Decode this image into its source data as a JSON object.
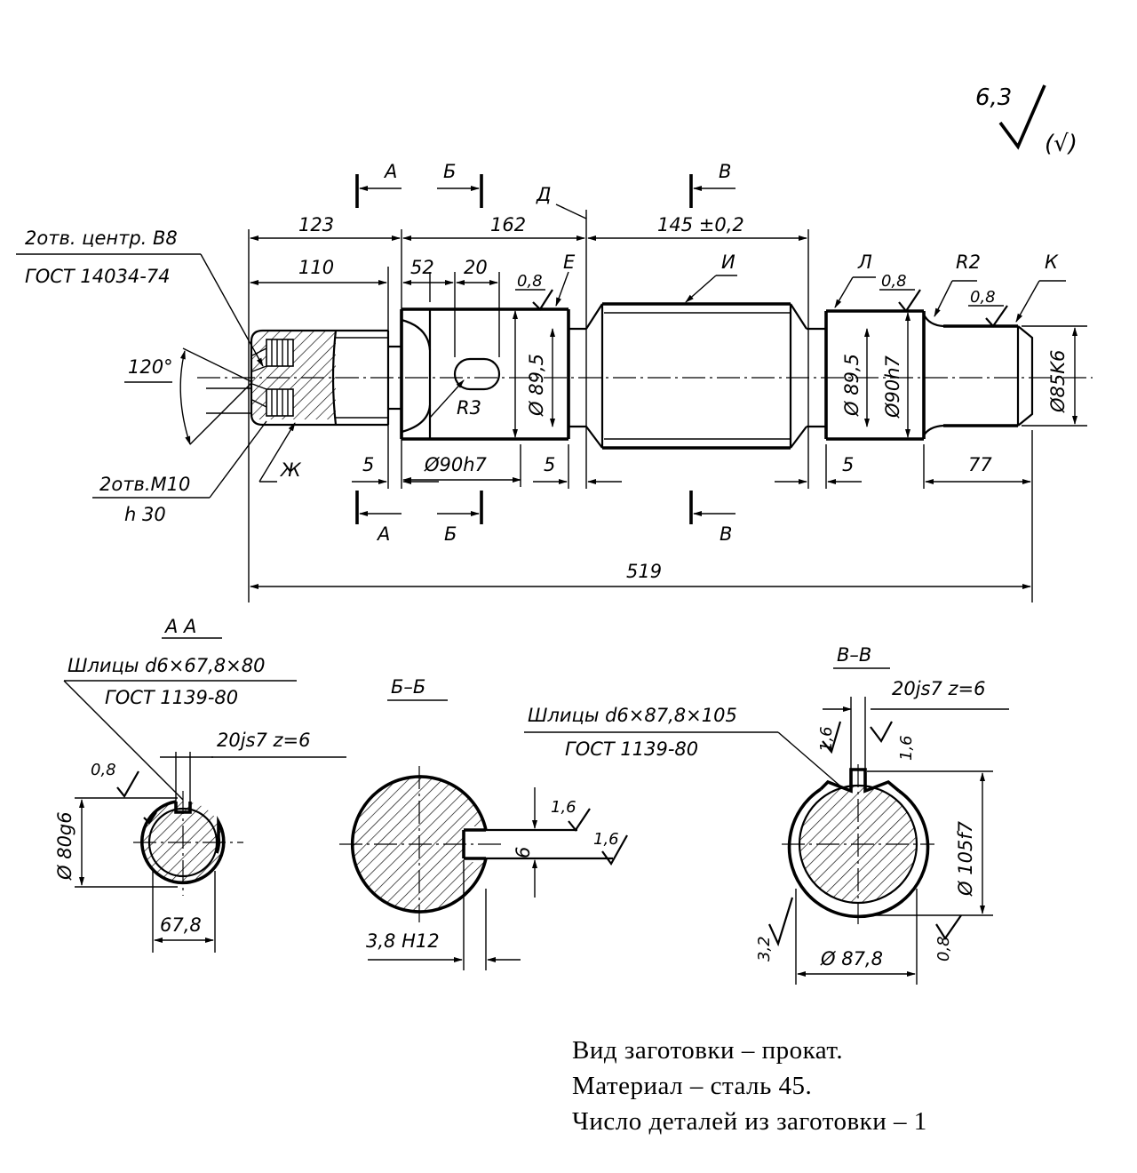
{
  "roughness": {
    "value": "6,3",
    "other": "(√)"
  },
  "sections": {
    "a": "А",
    "b": "Б",
    "v": "В"
  },
  "labels": {
    "d": "Д",
    "e": "Е",
    "i": "И",
    "l": "Л",
    "k": "К",
    "zh": "Ж",
    "r2": "R2",
    "r3": "R3"
  },
  "dimensions": {
    "d123": "123",
    "d162": "162",
    "d145": "145 ±0,2",
    "d110": "110",
    "d52": "52",
    "d20": "20",
    "r08": "0,8",
    "r08b": "0,8",
    "r08c": "0,8",
    "dia895a": "Ø 89,5",
    "dia895b": "Ø 89,5",
    "dia90h7a": "Ø90h7",
    "dia90h7b": "Ø90h7",
    "dia85k6": "Ø85K6",
    "d5a": "5",
    "d5b": "5",
    "d5c": "5",
    "d77": "77",
    "d519": "519",
    "a120": "120°"
  },
  "callouts": {
    "centers_1": "2отв. центр. В8",
    "centers_2": "ГОСТ 14034-74",
    "threads_1": "2отв.М10",
    "threads_2": "h  30"
  },
  "section_aa": {
    "title": "А  А",
    "spline_1": "Шлицы d6×67,8×80",
    "spline_2": "ГОСТ 1139-80",
    "width": "20js7  z=6",
    "rough": "0,8",
    "dia": "Ø 80g6",
    "inner": "67,8"
  },
  "section_bb": {
    "title": "Б–Б",
    "r1": "1,6",
    "r2": "1,6",
    "depth": "6",
    "width": "3,8 H12"
  },
  "section_vv": {
    "title": "В–В",
    "width": "20js7  z=6",
    "spline_1": "Шлицы d6×87,8×105",
    "spline_2": "ГОСТ 1139-80",
    "r1": "1,6",
    "r2": "1,6",
    "dia": "Ø 105f7",
    "inner": "Ø 87,8",
    "rough_a": "3,2",
    "rough_b": "0,8"
  },
  "notes": {
    "line1": "Вид заготовки – прокат.",
    "line2": "Материал – сталь 45.",
    "line3": "Число деталей из заготовки – 1"
  }
}
